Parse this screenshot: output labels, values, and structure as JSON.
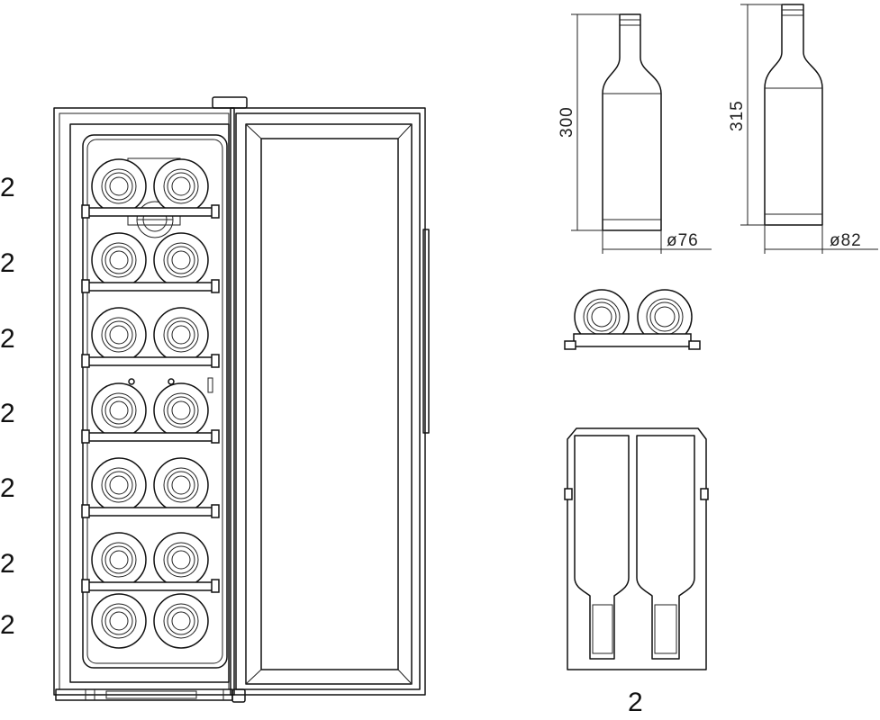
{
  "shelf_bottle_counts": [
    "2",
    "2",
    "2",
    "2",
    "2",
    "2",
    "2"
  ],
  "bottle_left": {
    "height": "300",
    "diameter": "ø76"
  },
  "bottle_right": {
    "height": "315",
    "diameter": "ø82"
  },
  "bottom_rack_count": "2"
}
